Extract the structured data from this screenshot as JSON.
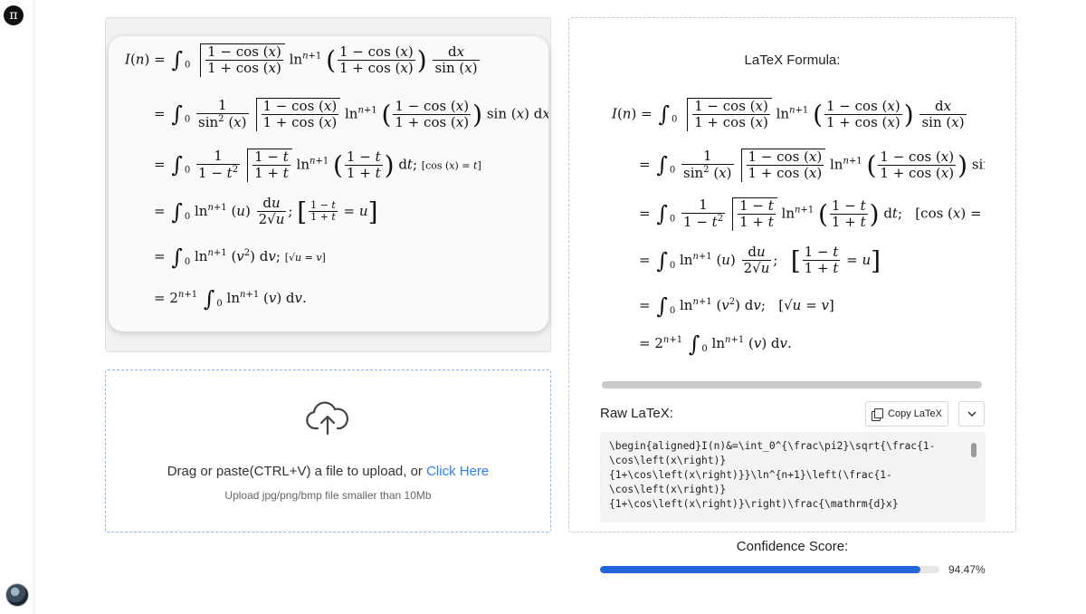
{
  "app": {
    "logo_glyph": "π"
  },
  "upload": {
    "prompt": "Drag or paste(CTRL+V) a file to upload, or ",
    "link": "Click Here",
    "hint": "Upload jpg/png/bmp file smaller than 10Mb"
  },
  "result": {
    "title": "LaTeX Formula:",
    "raw_label": "Raw LaTeX:",
    "copy_label": "Copy LaTeX",
    "raw_latex": "\\begin{aligned}I(n)&=\\int_0^{\\frac\\pi2}\\sqrt{\\frac{1-\n\\cos\\left(x\\right)}\n{1+\\cos\\left(x\\right)}}\\ln^{n+1}\\left(\\frac{1-\n\\cos\\left(x\\right)}\n{1+\\cos\\left(x\\right)}\\right)\\frac{\\mathrm{d}x}"
  },
  "confidence": {
    "label": "Confidence Score:",
    "value_text": "94.47%",
    "fraction": 0.9447
  }
}
